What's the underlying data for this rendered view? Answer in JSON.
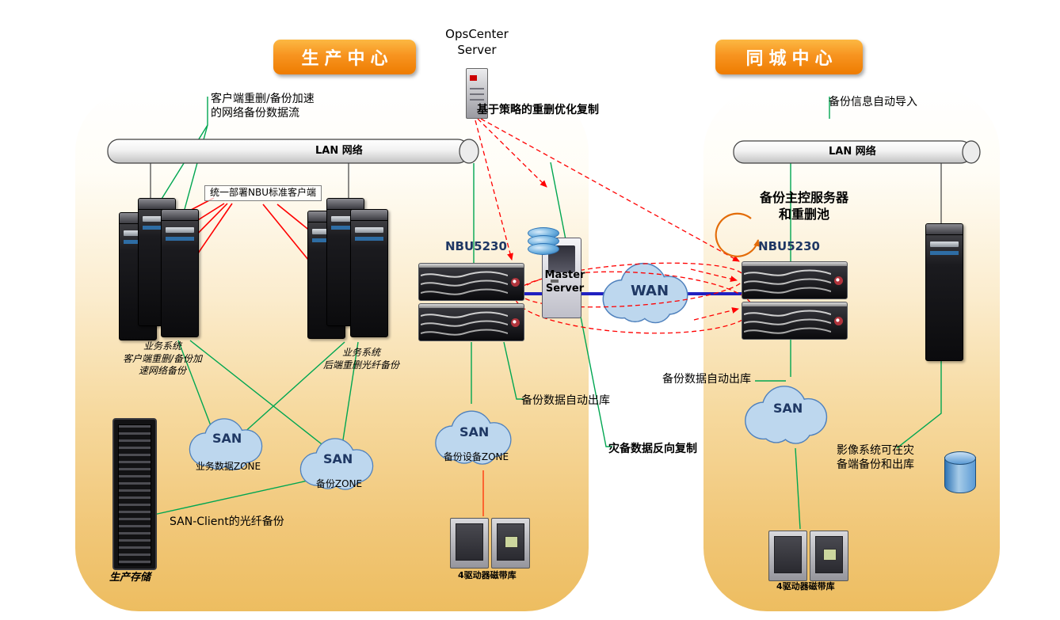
{
  "banners": {
    "production": "生产中心",
    "metro": "同城中心"
  },
  "opscenter_label": "OpsCenter\nServer",
  "lan": {
    "left": "LAN 网络",
    "right": "LAN 网络"
  },
  "notes": {
    "client_dedup": "客户端重删/备份加速\n的网络备份数据流",
    "policy_replication": "基于策略的重删优化复制",
    "backup_import": "备份信息自动导入",
    "nbu_std_client": "统一部署NBU标准客户端",
    "backup_master": "备份主控服务器\n和重删池",
    "out_left": "备份数据自动出库",
    "out_right": "备份数据自动出库",
    "reverse_replication": "灾备数据反向复制",
    "san_client": "SAN-Client的光纤备份",
    "imaging": "影像系统可在灾\n备端备份和出库"
  },
  "devices": {
    "nbu_left": "NBU5230",
    "nbu_right": "NBU5230",
    "master_server": "Master\nServer",
    "prod_storage": "生产存储",
    "tape_left": "4驱动器磁带库",
    "tape_right": "4驱动器磁带库",
    "biz_group1": "业务系统\n客户端重删/备份加\n速网络备份",
    "biz_group2": "业务系统\n后端重删光纤备份"
  },
  "clouds": {
    "san1": {
      "label": "SAN",
      "zone": "业务数据ZONE"
    },
    "san2": {
      "label": "SAN",
      "zone": "备份ZONE"
    },
    "san3": {
      "label": "SAN",
      "zone": "备份设备ZONE"
    },
    "san4": {
      "label": "SAN"
    },
    "wan": {
      "label": "WAN"
    }
  },
  "colors": {
    "panel_bottom": "#edbd60",
    "banner_orange": "#f79420",
    "cloud_fill": "#bdd7ee",
    "cloud_stroke": "#4f81bd",
    "line_green": "#00a651",
    "line_red": "#ff0000",
    "line_blue": "#2020c0",
    "loop_orange": "#e36c09"
  }
}
